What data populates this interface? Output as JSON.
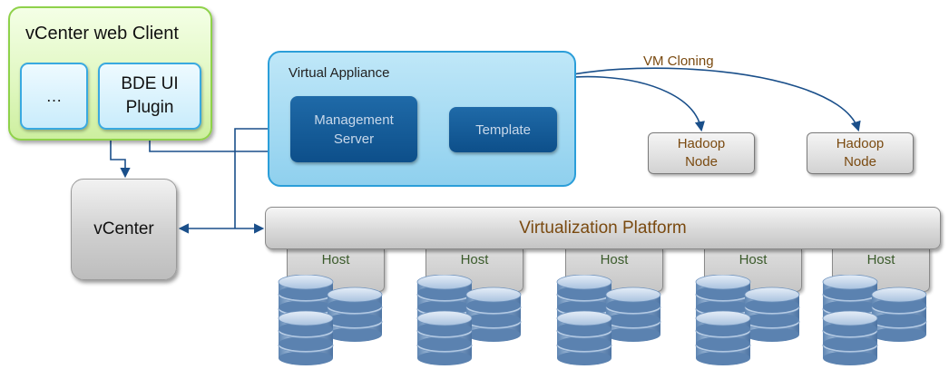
{
  "web_client": {
    "title": "vCenter web Client",
    "dots_label": "…",
    "plugin_label_line1": "BDE UI",
    "plugin_label_line2": "Plugin"
  },
  "vcenter": {
    "label": "vCenter"
  },
  "appliance": {
    "title": "Virtual Appliance",
    "mgmt_line1": "Management",
    "mgmt_line2": "Server",
    "template": "Template"
  },
  "vm_cloning": "VM Cloning",
  "hadoop_nodes": [
    {
      "line1": "Hadoop",
      "line2": "Node"
    },
    {
      "line1": "Hadoop",
      "line2": "Node"
    }
  ],
  "platform": {
    "label": "Virtualization Platform"
  },
  "hosts": [
    {
      "label": "Host"
    },
    {
      "label": "Host"
    },
    {
      "label": "Host"
    },
    {
      "label": "Host"
    },
    {
      "label": "Host"
    }
  ],
  "colors": {
    "web_client_border": "#8fd24a",
    "appliance_border": "#2b9ed9",
    "dark_box": "#0d4f8a",
    "arrow": "#1a4f8a",
    "accent_text": "#7a4a10"
  }
}
